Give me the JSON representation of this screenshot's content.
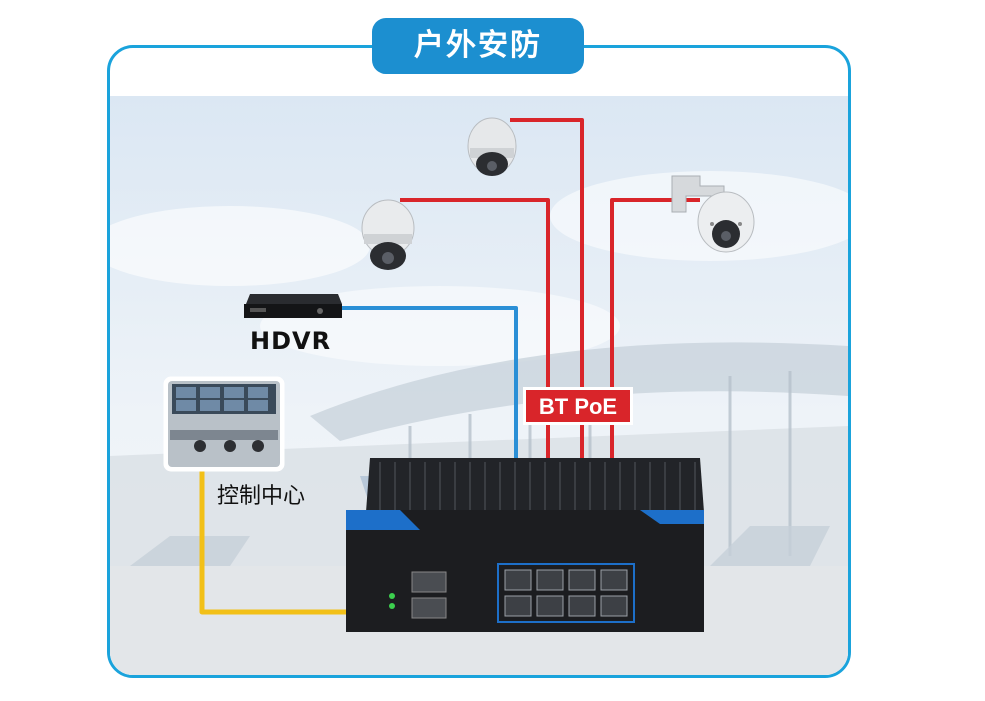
{
  "header": {
    "title": "户外安防"
  },
  "devices": {
    "hdvr_label": "HDVR",
    "control_center_label": "控制中心",
    "poe_badge": "BT PoE"
  },
  "colors": {
    "frame_border": "#1aa3dc",
    "title_bg": "#1c8fd0",
    "poe_line": "#d9252a",
    "data_line": "#2a8fd6",
    "fiber_line": "#f2c018"
  },
  "icons": [
    "dome-camera-icon",
    "speed-dome-camera-icon",
    "wall-mount-ptz-camera-icon",
    "dvr-recorder-icon",
    "monitoring-room-photo",
    "industrial-switch-icon"
  ]
}
